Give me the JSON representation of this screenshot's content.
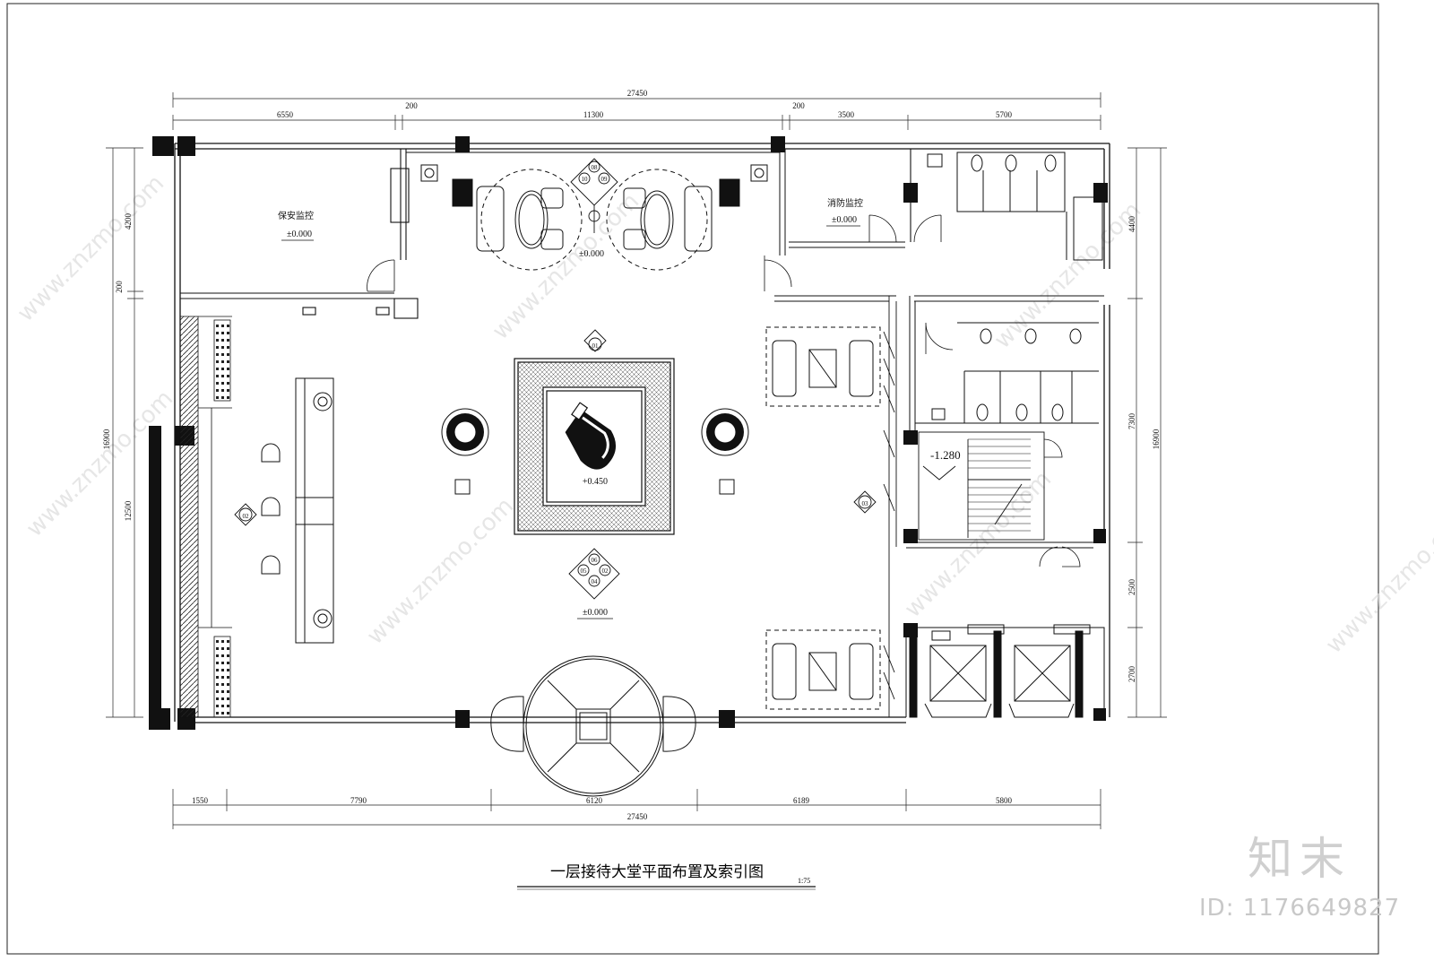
{
  "drawing": {
    "title": "一层接待大堂平面布置及索引图",
    "scale": "1:75",
    "rooms": {
      "security": "保安监控",
      "fire": "消防监控"
    },
    "levels": {
      "security": "±0.000",
      "fire": "±0.000",
      "lounge": "±0.000",
      "center": "+0.450",
      "entry": "±0.000",
      "stair": "-1.280"
    },
    "dims": {
      "top_total": "27450",
      "top": [
        "6550",
        "200",
        "11300",
        "200",
        "3500",
        "5700"
      ],
      "bottom": [
        "1550",
        "7790",
        "6120",
        "6189",
        "5800"
      ],
      "bottom_total": "27450",
      "left": [
        "4200",
        "200",
        "12500"
      ],
      "left_total": "16900",
      "right": [
        "4400",
        "7300",
        "2500",
        "2700"
      ],
      "right_total": "16900"
    },
    "index_tags": {
      "desk": "02",
      "north": "01",
      "wall": "03",
      "south": [
        "06",
        "05",
        "02",
        "04"
      ],
      "top": [
        "08",
        "10",
        "09"
      ]
    }
  },
  "watermark": {
    "site": "www.znzmo.com",
    "brand": "知末",
    "id": "ID: 1176649827"
  }
}
